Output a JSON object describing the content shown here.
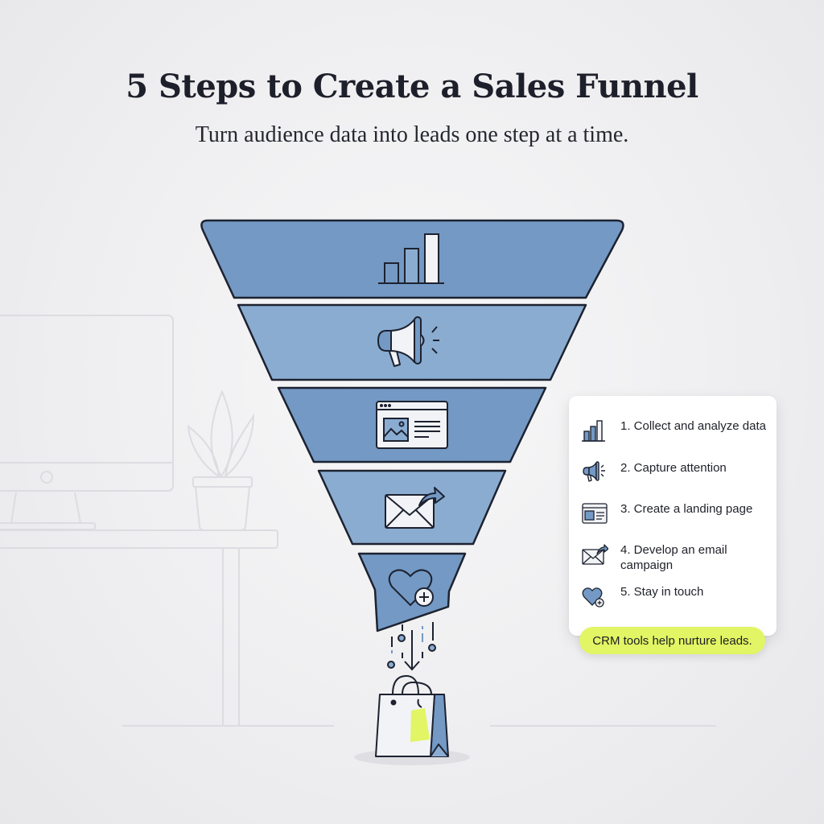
{
  "header": {
    "title": "5 Steps to Create a Sales Funnel",
    "subtitle": "Turn audience data into leads one step at a time."
  },
  "colors": {
    "funnel_dark": "#7399c4",
    "funnel_light": "#8aacd1",
    "outline": "#1d2230",
    "accent_lime": "#e2f564",
    "background": "#efeff1"
  },
  "funnel": {
    "layers": [
      {
        "step": 1,
        "icon": "bar-chart-icon"
      },
      {
        "step": 2,
        "icon": "megaphone-icon"
      },
      {
        "step": 3,
        "icon": "landing-page-icon"
      },
      {
        "step": 4,
        "icon": "email-send-icon"
      },
      {
        "step": 5,
        "icon": "heart-plus-icon"
      }
    ],
    "output_icon": "shopping-bag-icon"
  },
  "legend": {
    "items": [
      {
        "icon": "bar-chart-icon",
        "label": "1. Collect and analyze data"
      },
      {
        "icon": "megaphone-icon",
        "label": "2. Capture attention"
      },
      {
        "icon": "landing-page-icon",
        "label": "3. Create a landing page"
      },
      {
        "icon": "email-send-icon",
        "label": "4. Develop an email campaign"
      },
      {
        "icon": "heart-plus-icon",
        "label": "5. Stay in touch"
      }
    ],
    "note": "CRM tools help nurture leads."
  },
  "background_illustration": [
    "desktop-monitor-icon",
    "potted-plant-icon",
    "desk-icon"
  ]
}
